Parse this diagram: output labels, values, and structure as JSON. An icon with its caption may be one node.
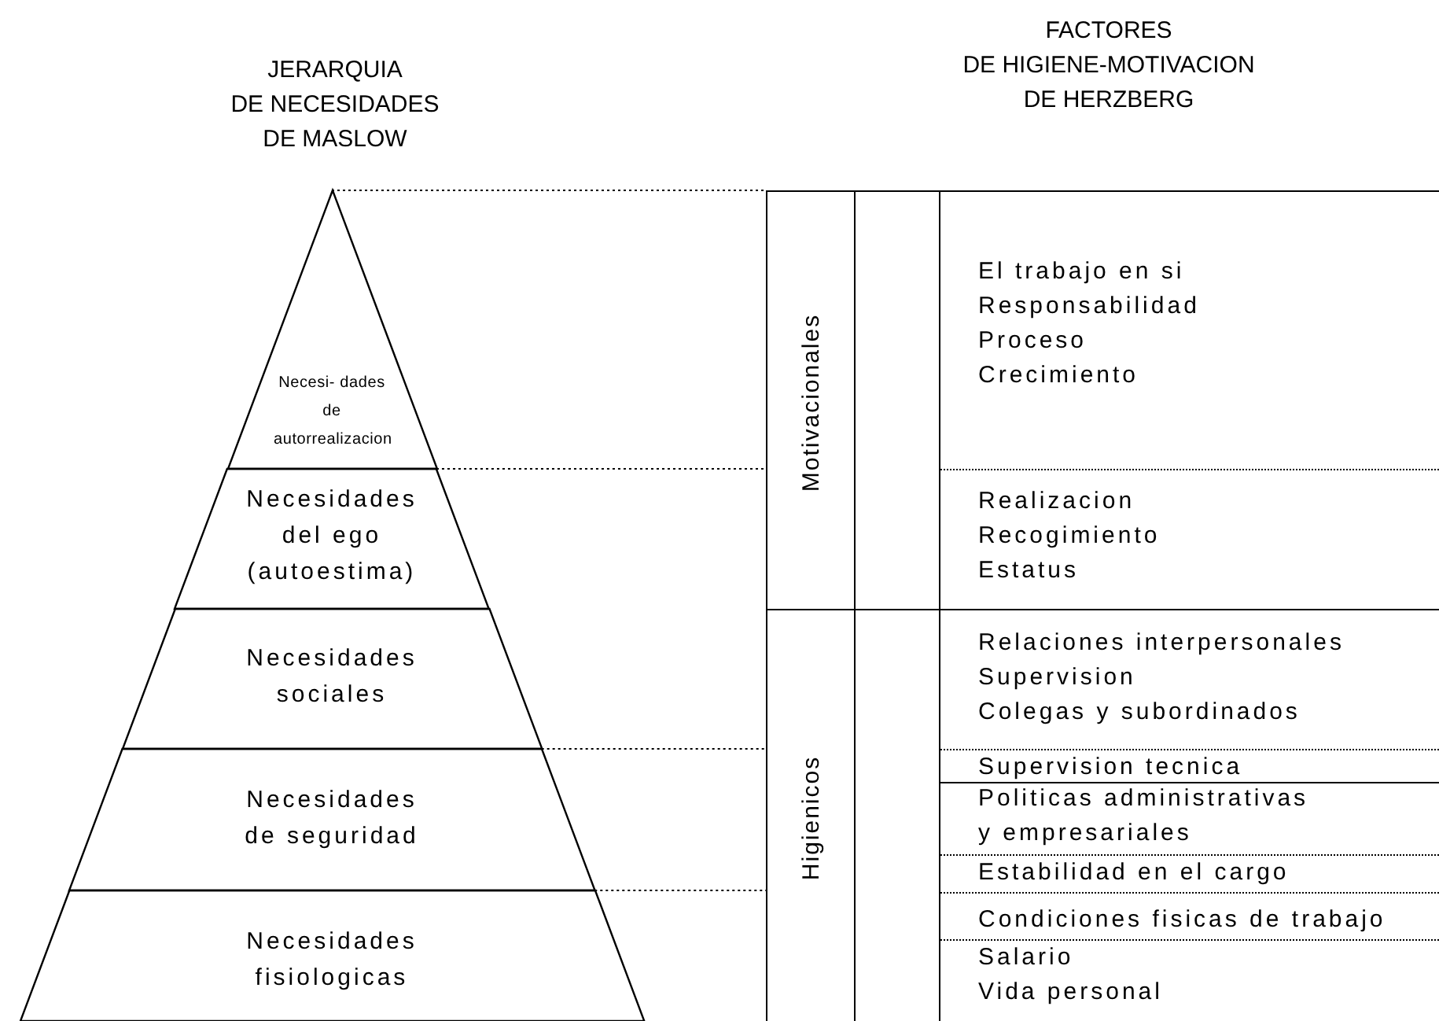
{
  "diagram": {
    "nodes": [
      {
        "text": [
          "Necesi- dades de autorrealizacion"
        ]
      },
      {
        "text": [
          "Necesidades del ego (autoestima)"
        ]
      },
      {
        "text": [
          "Necesidades sociales"
        ]
      },
      {
        "text": [
          "Necesidades de seguridad"
        ]
      },
      {
        "text": [
          "Necesidades fisiologicas"
        ]
      },
      {
        "text": [
          "Motivacionales"
        ]
      },
      {
        "text": [
          "Higienicos"
        ]
      },
      {
        "text": [
          "El trabajo en si",
          "Responsabilidad",
          "Proceso",
          "Crecimiento"
        ]
      },
      {
        "text": [
          "Realizacion",
          "Recogimiento",
          "Estatus"
        ]
      },
      {
        "text": [
          "Relaciones interpersonales",
          "Supervision",
          "Colegas y subordinados"
        ]
      },
      {
        "text": [
          "Supervision tecnica"
        ]
      },
      {
        "text": [
          "Politicas administrativas y empresariales"
        ]
      },
      {
        "text": [
          "Estabilidad en el cargo"
        ]
      },
      {
        "text": [
          "Condiciones fisicas de trabajo"
        ]
      },
      {
        "text": [
          "Salario",
          "Vida personal"
        ]
      }
    ],
    "edges": [
      {
        "from": 0,
        "to": 5,
        "arrow": "none",
        "style": "dashed"
      },
      {
        "from": 1,
        "to": 5,
        "arrow": "none",
        "style": "dashed"
      },
      {
        "from": 3,
        "to": 6,
        "arrow": "none",
        "style": "dashed"
      },
      {
        "from": 4,
        "to": 6,
        "arrow": "none",
        "style": "dashed"
      }
    ],
    "labels": [
      "JERARQUIA",
      "DE NECESIDADES",
      "DE MASLOW",
      "FACTORES",
      "DE HIGIENE-MOTIVACION",
      "DE HERZBERG"
    ]
  }
}
